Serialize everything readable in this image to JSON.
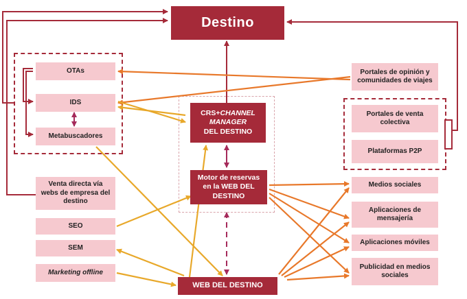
{
  "nodes": {
    "destino": "Destino",
    "otas": "OTAs",
    "ids": "IDS",
    "metabuscadores": "Metabuscadores",
    "venta_directa": "Venta directa vía webs de empresa del destino",
    "seo": "SEO",
    "sem": "SEM",
    "marketing_offline": "Marketing offline",
    "crs_prefix": "CRS+",
    "crs_italic": "CHANNEL MANAGER",
    "crs_suffix": "DEL DESTINO",
    "motor": "Motor de reservas en la WEB DEL DESTINO",
    "web": "WEB DEL DESTINO",
    "portales_opinion": "Portales de opinión y comunidades de viajes",
    "portales_venta": "Portales de venta colectiva",
    "p2p": "Plataformas P2P",
    "medios_sociales": "Medios sociales",
    "mensajeria": "Aplicaciones de mensajería",
    "moviles": "Aplicaciones móviles",
    "publicidad": "Publicidad en medios sociales"
  },
  "colors": {
    "dark_red": "#a52a39",
    "pink": "#f6c9cf",
    "orange": "#e8782a",
    "gold": "#e8a82a",
    "magenta": "#a52a5a"
  }
}
